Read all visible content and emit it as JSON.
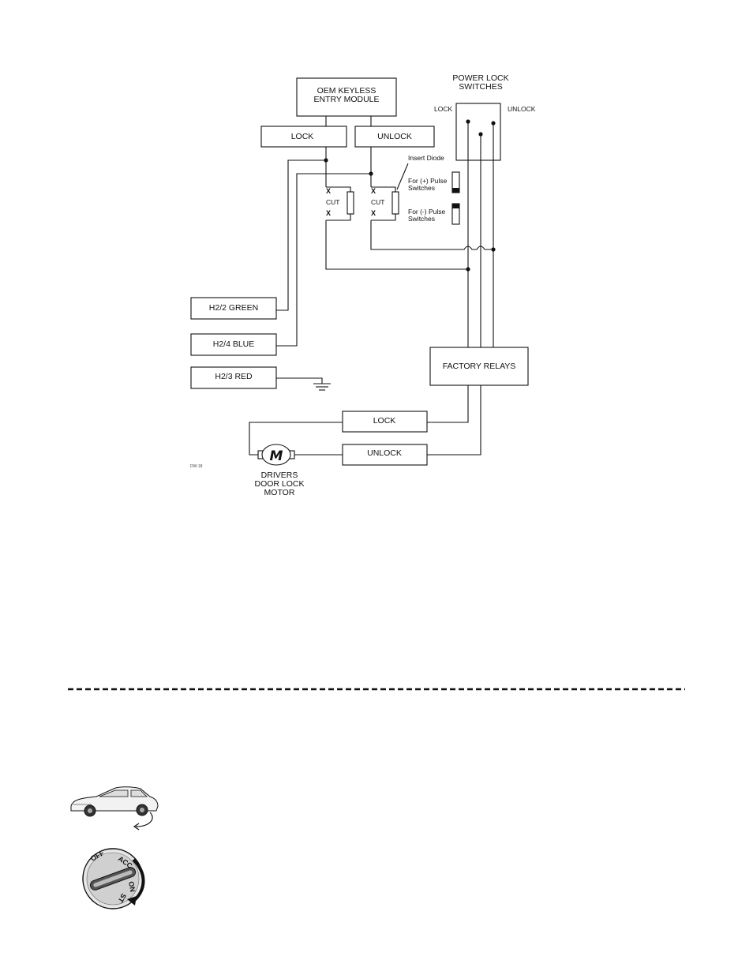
{
  "diagram": {
    "oem_module": "OEM KEYLESS\nENTRY MODULE",
    "lock_box": "LOCK",
    "unlock_box": "UNLOCK",
    "power_lock_switches": "POWER LOCK\nSWITCHES",
    "switch_lock": "LOCK",
    "switch_unlock": "UNLOCK",
    "insert_diode": "Insert Diode",
    "pos_pulse": "For (+) Pulse\nSwitches",
    "neg_pulse": "For (-) Pulse\nSwitches",
    "cut_x": "X",
    "cut": "CUT",
    "h2_2": "H2/2 GREEN",
    "h2_4": "H2/4 BLUE",
    "h2_3": "H2/3 RED",
    "factory_relays": "FACTORY RELAYS",
    "motor_lock": "LOCK",
    "motor_unlock": "UNLOCK",
    "motor_symbol": "M",
    "motor_label": "DRIVERS\nDOOR LOCK\nMOTOR",
    "figure_code": "DW-18"
  },
  "ignition": {
    "off": "OFF",
    "acc": "ACC",
    "on": "ON",
    "st": "ST"
  },
  "icons": [
    "car-icon",
    "ignition-switch-icon",
    "ground-icon",
    "diode-icon",
    "motor-icon"
  ],
  "colors": {
    "ink": "#111111",
    "background": "#ffffff"
  }
}
